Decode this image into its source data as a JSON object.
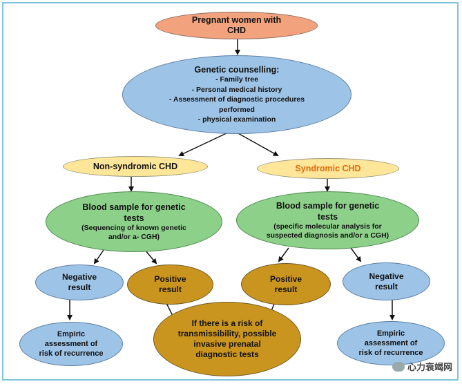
{
  "nodes": {
    "top": [
      "Pregnant women with",
      "CHD"
    ],
    "counselling": {
      "title": "Genetic counselling:",
      "items": [
        "Family tree",
        "Personal medical history",
        "Assessment of diagnostic procedures",
        "performed",
        "physical examination"
      ]
    },
    "non_syndromic": "Non-syndromic CHD",
    "syndromic": "Syndromic CHD",
    "blood_left": [
      "Blood sample for genetic",
      "tests",
      "(Sequencing of known genetic",
      "and/or a- CGH)"
    ],
    "blood_right": [
      "Blood sample for genetic",
      "tests",
      "(specific molecular analysis for",
      "suspected diagnosis and/or a CGH)"
    ],
    "negative_left": [
      "Negative",
      "result"
    ],
    "positive_left": [
      "Positive",
      "result"
    ],
    "positive_right": [
      "Positive",
      "result"
    ],
    "negative_right": [
      "Negative",
      "result"
    ],
    "empiric_left": [
      "Empiric",
      "assessment of",
      "risk of recurrence"
    ],
    "risk": [
      "If there is a risk of",
      "transmissibility, possible",
      "invasive prenatal",
      "diagnostic tests"
    ],
    "empiric_right": [
      "Empiric",
      "assessment of",
      "risk of recurrence"
    ]
  },
  "watermark": "心力衰竭网",
  "colors": {
    "salmon": "#f2a37e",
    "blue": "#9dc3e6",
    "yellow": "#ffe699",
    "green": "#8dd08a",
    "gold": "#c9951f",
    "syndromic_text": "#e36c0a",
    "border": "#7fc4dc"
  }
}
